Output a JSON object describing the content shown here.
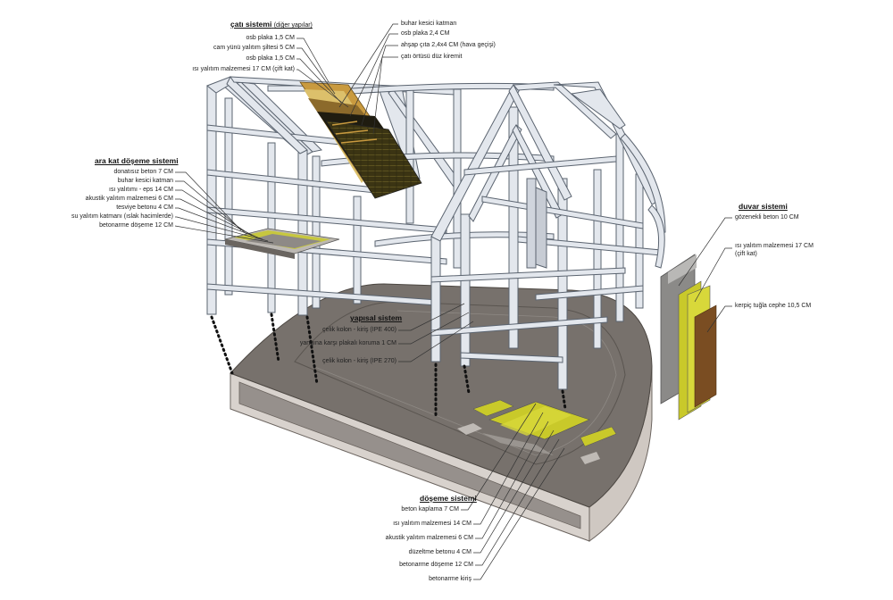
{
  "sections": {
    "roof": {
      "title": "çatı sistemi",
      "subtitle": "(diğer yapılar)",
      "left_items": [
        "osb plaka 1,5 CM",
        "cam yünü yalıtım şiltesi 5 CM",
        "osb plaka 1,5 CM",
        "ısı yalıtım malzemesi 17 CM (çift kat)"
      ],
      "right_items": [
        "buhar kesici katman",
        "osb plaka 2,4 CM",
        "ahşap çıta 2,4x4 CM (hava geçişi)",
        "çatı örtüsü düz kiremit"
      ]
    },
    "intermediate_floor": {
      "title": "ara kat döşeme sistemi",
      "items": [
        "donatısız beton 7 CM",
        "buhar kesici katman",
        "ısı yalıtımı - eps 14 CM",
        "akustik yalıtım malzemesi 6 CM",
        "tesviye betonu 4 CM",
        "su yalıtım katmanı (ıslak hacimlerde)",
        "betonarme döşeme 12 CM"
      ]
    },
    "structural": {
      "title": "yapısal sistem",
      "items": [
        "çelik kolon - kiriş (IPE 400)",
        "yangına karşı plakalı koruma 1 CM",
        "çelik kolon - kiriş (IPE 270)"
      ]
    },
    "wall": {
      "title": "duvar sistemi",
      "items": [
        "gözenekli beton 10 CM",
        "ısı yalıtım malzemesi 17 CM",
        "(çift kat)",
        "kerpiç tuğla cephe 10,5 CM"
      ]
    },
    "floor": {
      "title": "döşeme sistemi",
      "items": [
        "beton kaplama 7 CM",
        "ısı yalıtım malzemesi 14 CM",
        "akustik yalıtım malzemesi 6 CM",
        "düzeltme betonu 4 CM",
        "betonarme döşeme 12 CM",
        "betonarme kiriş"
      ]
    }
  },
  "colors": {
    "frame_fill": "#e3e7ed",
    "frame_stroke": "#5b6470",
    "slab_top": "#77716c",
    "slab_side": "#d8d2cd",
    "insulation_yellow": "#c9c92a",
    "roof_dark": "#3b3413",
    "roof_osb": "#c99a3f",
    "brick_brown": "#7a4d22",
    "line_color": "#333333"
  }
}
